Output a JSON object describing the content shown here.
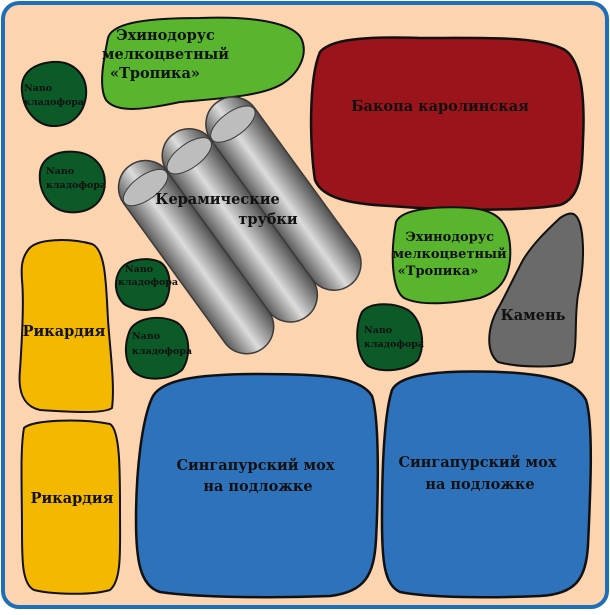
{
  "colors": {
    "background": "#ffffff",
    "tank_fill": "#fcd4b0",
    "tank_border": "#1c6fb8",
    "echinodorus": "#5ab52e",
    "bacopa": "#9b141b",
    "nano": "#0b5a28",
    "ricardia": "#f5b800",
    "moss": "#2e72bc",
    "stone": "#6a6a6a",
    "tubes_light": "#d9d9d9",
    "tubes_dark": "#5a5a5a",
    "outline": "#111111"
  },
  "labels": {
    "echinodorus_1": [
      "Эхинодорус",
      "мелкоцветный",
      "«Тропика»"
    ],
    "echinodorus_2": [
      "Эхинодорус",
      "мелкоцветный",
      "«Тропика»"
    ],
    "bacopa": [
      "Бакопа каролинская"
    ],
    "tubes": [
      "Керамические",
      "трубки"
    ],
    "stone": [
      "Камень"
    ],
    "ricardia_1": [
      "Рикардия"
    ],
    "ricardia_2": [
      "Рикардия"
    ],
    "moss_1": [
      "Сингапурский мох",
      "на подложке"
    ],
    "moss_2": [
      "Сингапурский мох",
      "на подложке"
    ],
    "nano_1": [
      "Nano",
      "кладофора"
    ],
    "nano_2": [
      "Nano",
      "кладофора"
    ],
    "nano_3": [
      "Nano",
      "кладофора"
    ],
    "nano_4": [
      "Nano",
      "кладофора"
    ],
    "nano_5": [
      "Nano",
      "кладофора"
    ]
  }
}
